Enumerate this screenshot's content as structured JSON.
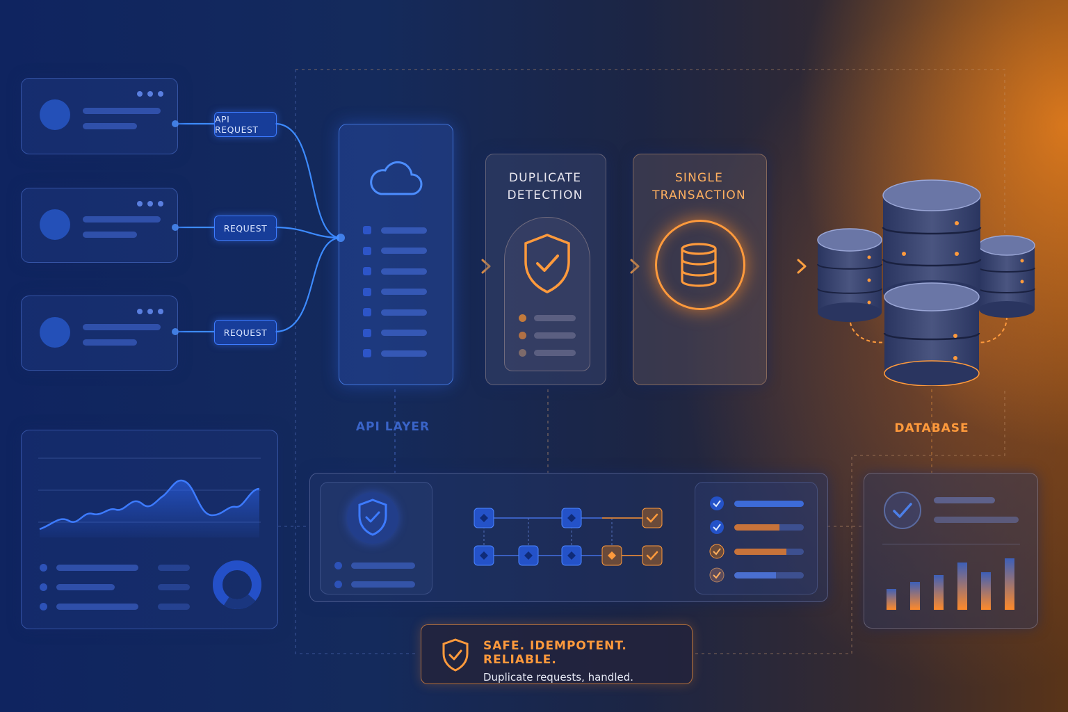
{
  "requests": [
    {
      "label": "API REQUEST"
    },
    {
      "label": "REQUEST"
    },
    {
      "label": "REQUEST"
    }
  ],
  "stages": {
    "api_layer": {
      "label": "API LAYER"
    },
    "duplicate_detection": {
      "line1": "DUPLICATE",
      "line2": "DETECTION"
    },
    "single_transaction": {
      "line1": "SINGLE",
      "line2": "TRANSACTION"
    },
    "database": {
      "label": "DATABASE"
    }
  },
  "tagline": {
    "title": "SAFE. IDEMPOTENT. RELIABLE.",
    "subtitle": "Duplicate requests, handled."
  },
  "colors": {
    "blue_accent": "#3d7bff",
    "orange_accent": "#ff9a3c",
    "background_dark": "#142a5c"
  },
  "icons": [
    "cloud-icon",
    "shield-check-icon",
    "database-icon",
    "check-circle-icon",
    "donut-chart-icon"
  ]
}
